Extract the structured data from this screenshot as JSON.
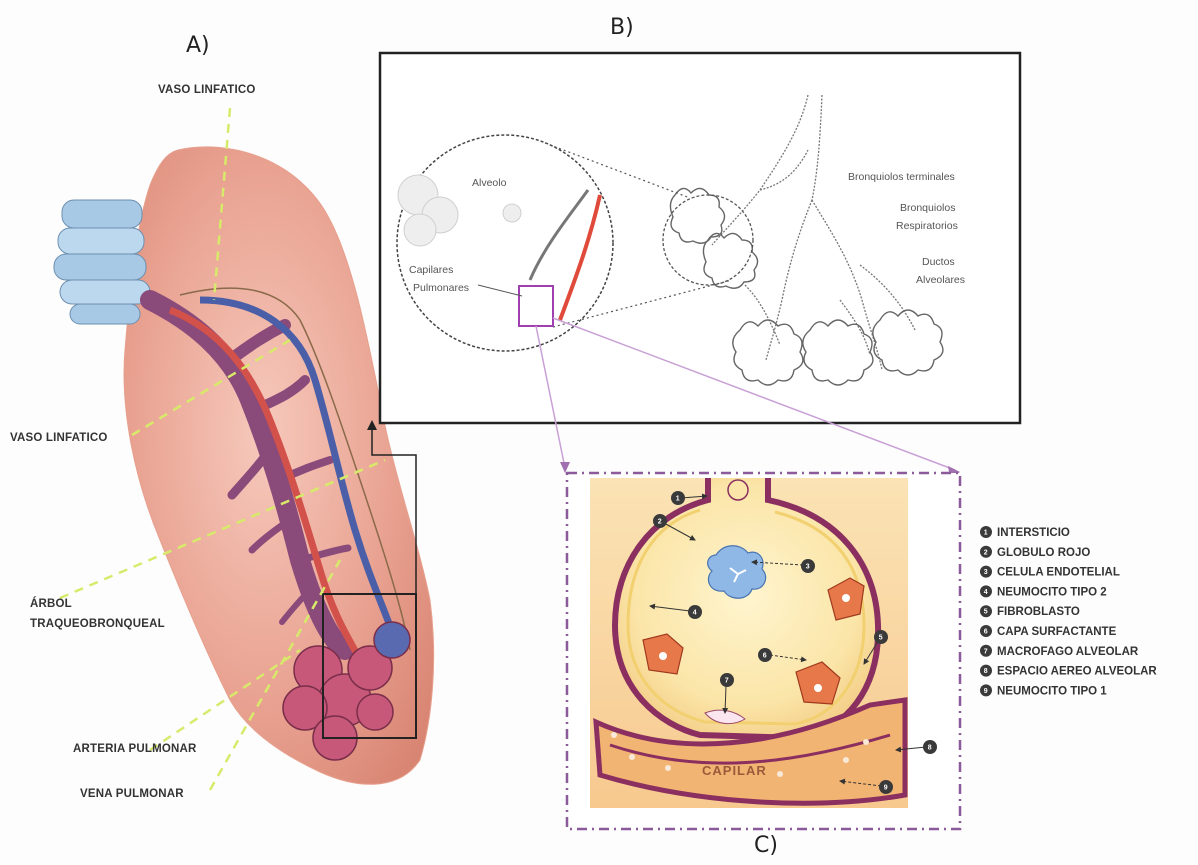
{
  "panels": {
    "a": "A)",
    "b": "B)",
    "c": "C)"
  },
  "panel_a_labels": {
    "vaso_linfatico_top": "VASO LINFATICO",
    "vaso_linfatico_left": "VASO LINFATICO",
    "arbol": "ÁRBOL",
    "traqueobronqueal": "TRAQUEOBRONQUEAL",
    "arteria": "ARTERIA PULMONAR",
    "vena": "VENA PULMONAR"
  },
  "panel_b_labels": {
    "alveolo": "Alveolo",
    "capilares_1": "Capilares",
    "capilares_2": "Pulmonares",
    "bronquiolos_terminales": "Bronquiolos terminales",
    "bronquiolos_resp_1": "Bronquiolos",
    "bronquiolos_resp_2": "Respiratorios",
    "ductos_1": "Ductos",
    "ductos_2": "Alveolares"
  },
  "panel_c": {
    "capilar": "CAPILAR",
    "legend": [
      {
        "n": "1",
        "label": "INTERSTICIO"
      },
      {
        "n": "2",
        "label": "GLOBULO ROJO"
      },
      {
        "n": "3",
        "label": "CELULA ENDOTELIAL"
      },
      {
        "n": "4",
        "label": "NEUMOCITO TIPO 2"
      },
      {
        "n": "5",
        "label": "FIBROBLASTO"
      },
      {
        "n": "6",
        "label": "CAPA SURFACTANTE"
      },
      {
        "n": "7",
        "label": "MACROFAGO ALVEOLAR"
      },
      {
        "n": "8",
        "label": "ESPACIO AEREO ALVEOLAR"
      },
      {
        "n": "9",
        "label": "NEUMOCITO TIPO 1"
      }
    ]
  },
  "colors": {
    "lung": "#e8a593",
    "artery": "#8a4a7a",
    "vein": "#4a5fa8",
    "lymph_dash": "#d8ea6a",
    "frame_c": "#8a5a9a"
  }
}
